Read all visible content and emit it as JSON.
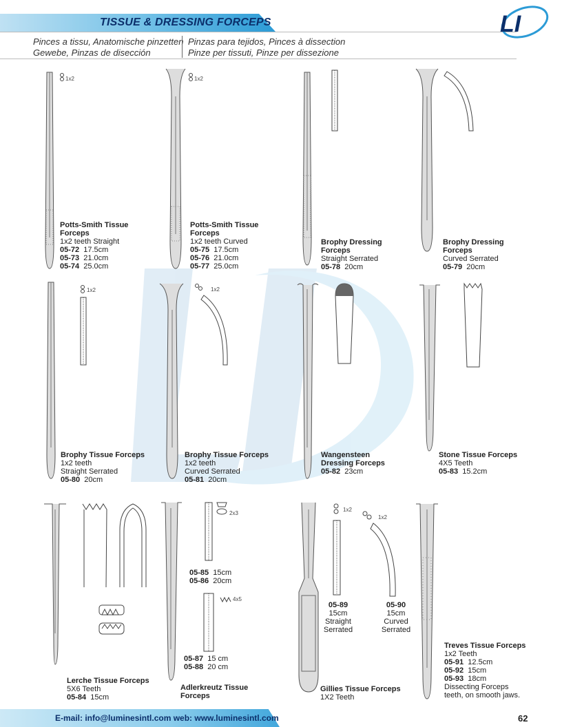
{
  "header": {
    "title": "TISSUE & DRESSING FORCEPS",
    "sub1_left": "Pinces a tissu, Anatomische pinzetten",
    "sub1_right": "Pinzas para tejidos, Pinces à dissection",
    "sub2_left": "Gewebe, Pinzas de disección",
    "sub2_right": "Pinze per tissuti, Pinze per dissezione",
    "logo_text": "LI"
  },
  "products": [
    {
      "title": "Potts-Smith Tissue Forceps",
      "desc": "1x2 teeth Straight",
      "items": [
        {
          "code": "05-72",
          "size": "17.5cm"
        },
        {
          "code": "05-73",
          "size": "21.0cm"
        },
        {
          "code": "05-74",
          "size": "25.0cm"
        }
      ],
      "teeth": "1x2"
    },
    {
      "title": "Potts-Smith Tissue Forceps",
      "desc": "1x2 teeth Curved",
      "items": [
        {
          "code": "05-75",
          "size": "17.5cm"
        },
        {
          "code": "05-76",
          "size": "21.0cm"
        },
        {
          "code": "05-77",
          "size": "25.0cm"
        }
      ],
      "teeth": "1x2"
    },
    {
      "title": "Brophy Dressing Forceps",
      "desc": "Straight Serrated",
      "items": [
        {
          "code": "05-78",
          "size": "20cm"
        }
      ]
    },
    {
      "title": "Brophy Dressing Forceps",
      "desc": "Curved Serrated",
      "items": [
        {
          "code": "05-79",
          "size": "20cm"
        }
      ]
    },
    {
      "title": "Brophy Tissue Forceps",
      "desc": "1x2 teeth",
      "desc2": "Straight Serrated",
      "items": [
        {
          "code": "05-80",
          "size": "20cm"
        }
      ],
      "teeth": "1x2"
    },
    {
      "title": "Brophy Tissue Forceps",
      "desc": "1x2 teeth",
      "desc2": "Curved Serrated",
      "items": [
        {
          "code": "05-81",
          "size": "20cm"
        }
      ],
      "teeth": "1x2"
    },
    {
      "title": "Wangensteen Dressing Forceps",
      "items": [
        {
          "code": "05-82",
          "size": "23cm"
        }
      ]
    },
    {
      "title": "Stone Tissue Forceps",
      "desc": "4X5 Teeth",
      "items": [
        {
          "code": "05-83",
          "size": "15.2cm"
        }
      ]
    },
    {
      "title": "Lerche Tissue Forceps",
      "desc": "5X6 Teeth",
      "items": [
        {
          "code": "05-84",
          "size": "15cm"
        }
      ]
    },
    {
      "title": "Adlerkreutz Tissue Forceps",
      "items": [
        {
          "code": "05-85",
          "size": "15cm"
        },
        {
          "code": "05-86",
          "size": "20cm"
        },
        {
          "code": "05-87",
          "size": "15 cm"
        },
        {
          "code": "05-88",
          "size": "20 cm"
        }
      ],
      "teeth_a": "2x3",
      "teeth_b": "4x5"
    },
    {
      "title": "Gillies Tissue Forceps",
      "desc": "1X2 Teeth",
      "variants": [
        {
          "code": "05-89",
          "size": "15cm",
          "shape": "Straight",
          "type": "Serrated"
        },
        {
          "code": "05-90",
          "size": "15cm",
          "shape": "Curved",
          "type": "Serrated"
        }
      ],
      "teeth": "1x2"
    },
    {
      "title": "Treves Tissue Forceps",
      "desc": "1x2 Teeth",
      "items": [
        {
          "code": "05-91",
          "size": "12.5cm"
        },
        {
          "code": "05-92",
          "size": "15cm"
        },
        {
          "code": "05-93",
          "size": "18cm"
        }
      ],
      "note1": "Dissecting Forceps",
      "note2": "teeth, on smooth jaws."
    }
  ],
  "footer": {
    "text": "E-mail: info@luminesintl.com  web: www.luminesintl.com",
    "page": "62"
  },
  "colors": {
    "brand_blue": "#0b2f6b",
    "header_band": "#2c9bd6"
  }
}
